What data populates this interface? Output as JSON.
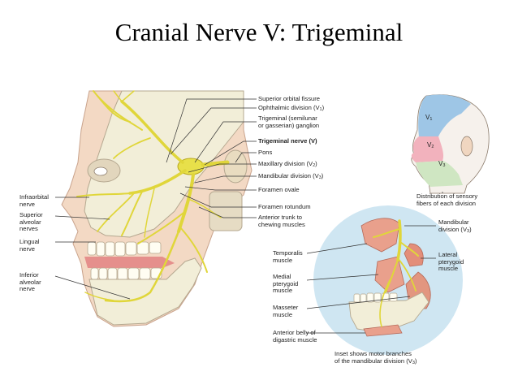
{
  "slide": {
    "title": "Cranial Nerve V: Trigeminal"
  },
  "labels": {
    "superior_orbital_fissure": "Superior orbital fissure",
    "ophthalmic_division": "Ophthalmic division (V",
    "ophthalmic_sub": "1",
    "trigeminal_ganglion_1": "Trigeminal (semilunar",
    "trigeminal_ganglion_2": "or gasserian) ganglion",
    "trigeminal_nerve": "Trigeminal nerve (V)",
    "pons": "Pons",
    "maxillary_division": "Maxillary division (V",
    "maxillary_sub": "2",
    "mandibular_division": "Mandibular division (V",
    "mandibular_sub": "3",
    "foramen_ovale": "Foramen ovale",
    "foramen_rotundum": "Foramen rotundum",
    "anterior_trunk_1": "Anterior trunk to",
    "anterior_trunk_2": "chewing muscles",
    "infraorbital_1": "Infraorbital",
    "infraorbital_2": "nerve",
    "superior_alveolar_1": "Superior",
    "superior_alveolar_2": "alveolar",
    "superior_alveolar_3": "nerves",
    "lingual_1": "Lingual",
    "lingual_2": "nerve",
    "inferior_alveolar_1": "Inferior",
    "inferior_alveolar_2": "alveolar",
    "inferior_alveolar_3": "nerve",
    "distribution_1": "Distribution of sensory",
    "distribution_2": "fibers of each division",
    "inset_mandibular_1": "Mandibular",
    "inset_mandibular_2": "division (V",
    "inset_mandibular_sub": "3",
    "temporalis_1": "Temporalis",
    "temporalis_2": "muscle",
    "lateral_pterygoid_1": "Lateral",
    "lateral_pterygoid_2": "pterygoid",
    "lateral_pterygoid_3": "muscle",
    "medial_pterygoid_1": "Medial",
    "medial_pterygoid_2": "pterygoid",
    "medial_pterygoid_3": "muscle",
    "masseter_1": "Masseter",
    "masseter_2": "muscle",
    "digastric_1": "Anterior belly of",
    "digastric_2": "digastric muscle",
    "inset_caption_1": "Inset shows motor branches",
    "inset_caption_2": "of the mandibular division (V",
    "inset_caption_sub": "3",
    "head_v1": "V",
    "head_v1_sub": "1",
    "head_v2": "V",
    "head_v2_sub": "2",
    "head_v3": "V",
    "head_v3_sub": "3"
  },
  "colors": {
    "nerve": "#e8e04a",
    "nerve_dark": "#b8a820",
    "skin": "#f3d9c4",
    "skin_line": "#c9a38c",
    "bone": "#f2eed8",
    "v1_zone": "#9ec6e6",
    "v2_zone": "#f2b2bd",
    "v3_zone": "#cfe6c2",
    "inset_bg": "#cfe6f2",
    "muscle": "#e9a08c",
    "leader": "#333333"
  }
}
